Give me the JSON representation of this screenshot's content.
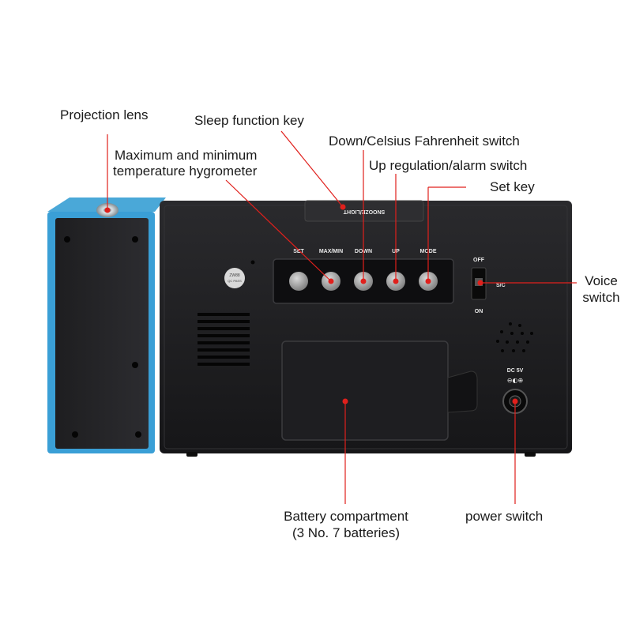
{
  "callouts": {
    "projection_lens": "Projection lens",
    "sleep_function_key": "Sleep function key",
    "max_min_line1": "Maximum and minimum",
    "max_min_line2": "temperature hygrometer",
    "down_switch": "Down/Celsius Fahrenheit switch",
    "up_switch": "Up regulation/alarm switch",
    "set_key": "Set key",
    "voice_line1": "Voice",
    "voice_line2": "switch",
    "battery_line1": "Battery compartment",
    "battery_line2": "(3 No. 7 batteries)",
    "power_switch": "power switch"
  },
  "device_labels": {
    "snooze_light": "SNOOZE/LIGHT",
    "set": "SET",
    "max_min": "MAX/MIN",
    "down": "DOWN",
    "up": "UP",
    "mode": "MODE",
    "off": "OFF",
    "sc": "S/C",
    "on": "ON",
    "dc": "DC 5V",
    "sticker_line1": "ZW88",
    "sticker_line2": "QC PASS"
  },
  "colors": {
    "device_body": "#1c1c1e",
    "projector_accent": "#3a9fd6",
    "marker": "#e0201c",
    "leader_line": "#e0201c"
  }
}
